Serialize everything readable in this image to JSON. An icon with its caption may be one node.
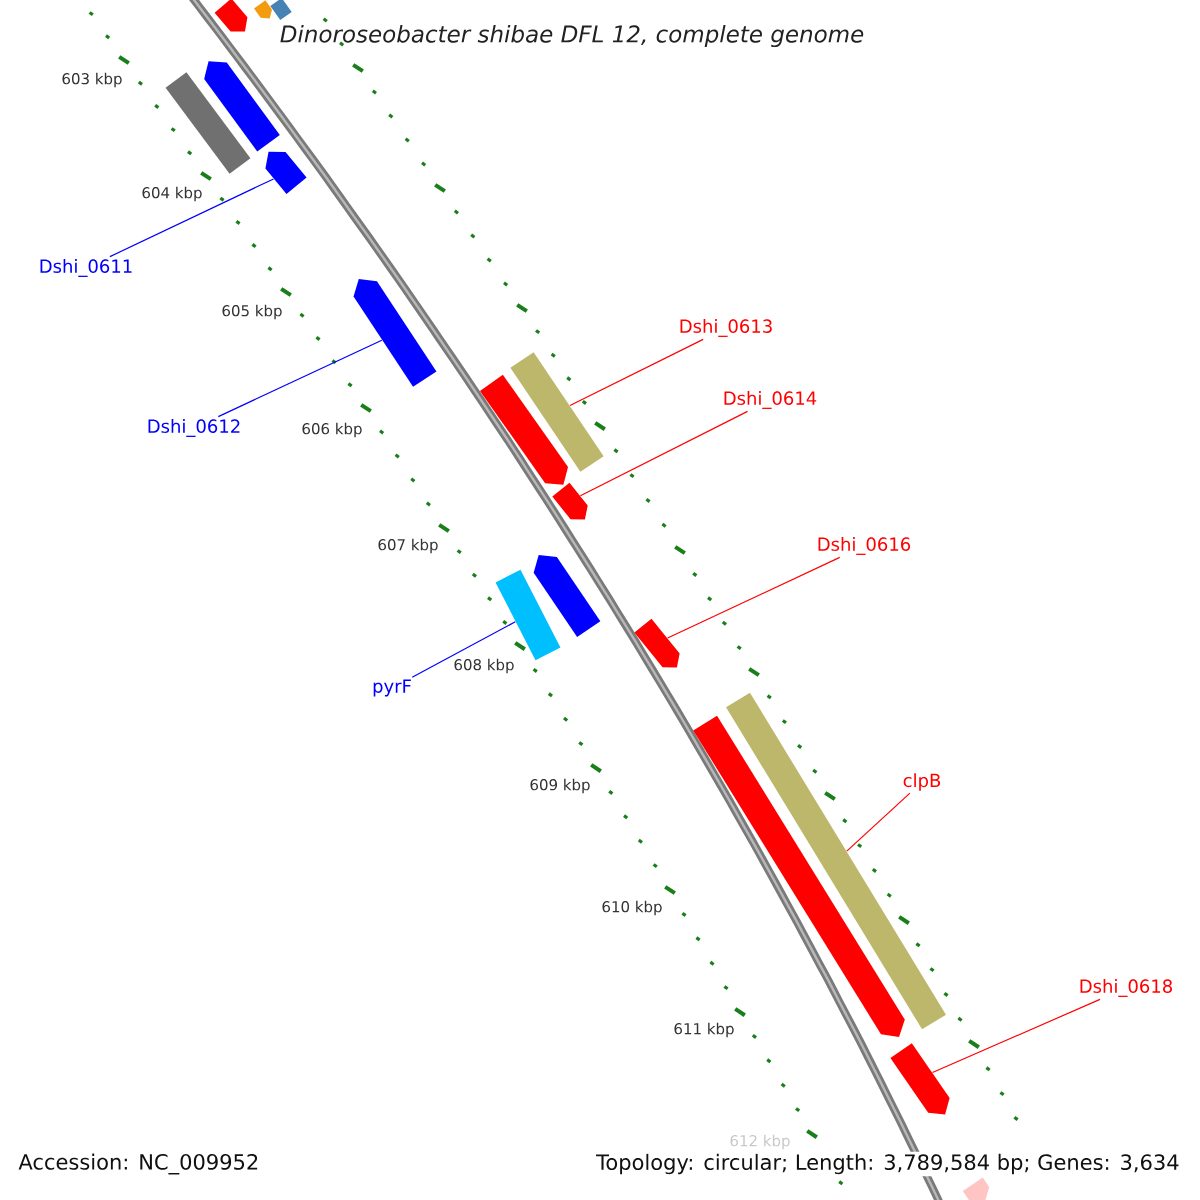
{
  "diagram": {
    "title": "Dinoroseobacter shibae DFL 12, complete genome",
    "nodes": [
      {
        "text": [],
        "shape": "arrow"
      },
      {
        "text": [],
        "shape": "arrow"
      },
      {
        "text": [],
        "shape": "bar"
      },
      {
        "text": [],
        "shape": "bar"
      },
      {
        "text": [],
        "shape": "arrow"
      },
      {
        "text": [],
        "shape": "arrow"
      },
      {
        "text": [],
        "shape": "arrow"
      },
      {
        "text": [],
        "shape": "arrow"
      },
      {
        "text": [],
        "shape": "bar"
      },
      {
        "text": [],
        "shape": "arrow"
      },
      {
        "text": [],
        "shape": "bar"
      },
      {
        "text": [],
        "shape": "arrow"
      },
      {
        "text": [],
        "shape": "arrow"
      },
      {
        "text": [],
        "shape": "arrow"
      },
      {
        "text": [],
        "shape": "bar"
      },
      {
        "text": [],
        "shape": "arrow"
      },
      {
        "text": [],
        "shape": "arrow"
      },
      {
        "text": [
          "Dshi_0611"
        ]
      },
      {
        "text": [
          "Dshi_0613"
        ]
      },
      {
        "text": [
          "Dshi_0614"
        ]
      },
      {
        "text": [
          "Dshi_0612"
        ]
      },
      {
        "text": [
          "Dshi_0616"
        ]
      },
      {
        "text": [
          "pyrF"
        ]
      },
      {
        "text": [
          "clpB"
        ]
      },
      {
        "text": [
          "Dshi_0618"
        ]
      }
    ],
    "edges": [
      {
        "from": 17,
        "to": 5,
        "arrow": "none",
        "color": "#0000ff"
      },
      {
        "from": 18,
        "to": 8,
        "arrow": "none"
      },
      {
        "from": 19,
        "to": 9,
        "arrow": "none"
      },
      {
        "from": 20,
        "to": 6,
        "arrow": "none",
        "color": "#0000ff"
      },
      {
        "from": 21,
        "to": 12,
        "arrow": "none"
      },
      {
        "from": 22,
        "to": 10,
        "arrow": "none",
        "color": "#0000ff"
      },
      {
        "from": 23,
        "to": 14,
        "arrow": "none"
      },
      {
        "from": 24,
        "to": 15,
        "arrow": "none"
      }
    ],
    "labels": [
      "603 kbp",
      "604 kbp",
      "605 kbp",
      "606 kbp",
      "607 kbp",
      "608 kbp",
      "609 kbp",
      "610 kbp",
      "611 kbp",
      "612 kbp",
      "Accession: NC_009952",
      "Topology: circular; Length: 3,789,584 bp; Genes: 3,634"
    ]
  }
}
